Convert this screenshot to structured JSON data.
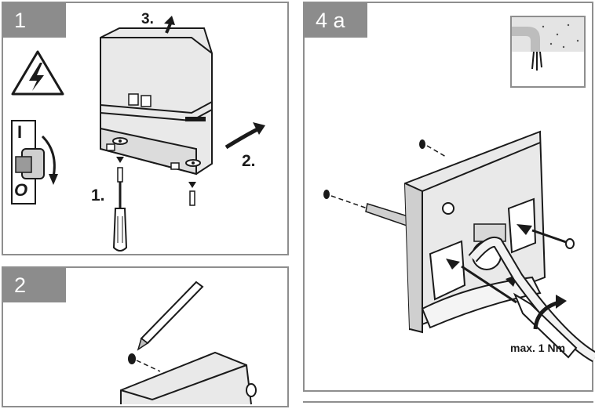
{
  "panels": [
    {
      "badge": "1",
      "steps": {
        "s1": "1.",
        "s2": "2.",
        "s3": "3."
      },
      "switch": {
        "on": "I",
        "off": "O"
      }
    },
    {
      "badge": "2"
    },
    {
      "badge": "4 a",
      "torque_label": "max. 1 Nm"
    }
  ],
  "colors": {
    "badge_bg": "#8c8c8c",
    "border": "#8e8e8e",
    "ink": "#1a1a1a",
    "device_fill": "#e9e9e9"
  },
  "icons": [
    "high-voltage-warning-icon",
    "rotate-arrow-icon",
    "up-arrow-icon",
    "down-arrow-icon",
    "screw-icon",
    "screwdriver-icon",
    "pencil-icon",
    "wall-cable-inset-icon"
  ]
}
